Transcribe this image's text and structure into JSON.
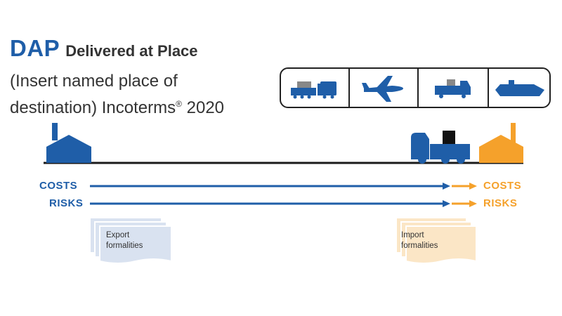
{
  "title": {
    "abbr": "DAP",
    "full": "Delivered at Place"
  },
  "subtitle": {
    "line1": "(Insert named place of",
    "line2_a": "destination) Incoterms",
    "reg": "®",
    "line2_b": " 2020"
  },
  "flow": {
    "seller_costs": "COSTS",
    "seller_risks": "RISKS",
    "buyer_costs": "COSTS",
    "buyer_risks": "RISKS"
  },
  "docs": {
    "export_line1": "Export",
    "export_line2": "formalities",
    "import_line1": "Import",
    "import_line2": "formalities"
  },
  "transport_modes": [
    "train-icon",
    "plane-icon",
    "truck-icon",
    "ship-icon"
  ],
  "colors": {
    "seller": "#1f5ea8",
    "buyer": "#f5a12b",
    "export_doc": "#d9e2f0",
    "import_doc": "#fbe6c6"
  }
}
